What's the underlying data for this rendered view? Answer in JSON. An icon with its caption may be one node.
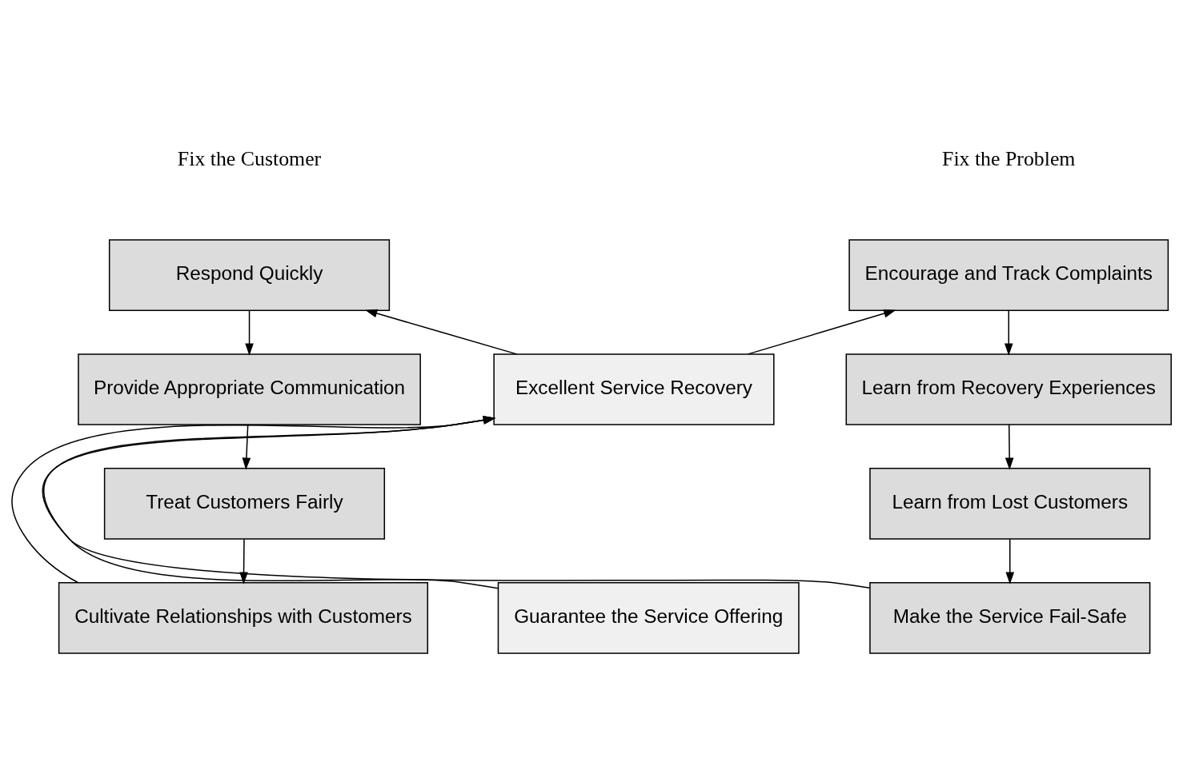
{
  "diagram": {
    "nodes": [
      {
        "text": [
          "Respond Quickly"
        ]
      },
      {
        "text": [
          "Provide Appropriate Communication"
        ]
      },
      {
        "text": [
          "Treat Customers Fairly"
        ]
      },
      {
        "text": [
          "Cultivate Relationships with Customers"
        ]
      },
      {
        "text": [
          "Excellent Service Recovery"
        ]
      },
      {
        "text": [
          "Encourage and Track Complaints"
        ]
      },
      {
        "text": [
          "Learn from Recovery Experiences"
        ]
      },
      {
        "text": [
          "Learn from Lost Customers"
        ]
      },
      {
        "text": [
          "Make the Service Fail-Safe"
        ]
      },
      {
        "text": [
          "Guarantee the Service Offering"
        ]
      }
    ],
    "edges": [
      {
        "from": 0,
        "to": 1,
        "arrow": "to"
      },
      {
        "from": 1,
        "to": 2,
        "arrow": "to"
      },
      {
        "from": 2,
        "to": 3,
        "arrow": "to"
      },
      {
        "from": 3,
        "to": 4,
        "arrow": "to"
      },
      {
        "from": 4,
        "to": 0,
        "arrow": "to"
      },
      {
        "from": 4,
        "to": 5,
        "arrow": "to"
      },
      {
        "from": 5,
        "to": 6,
        "arrow": "to"
      },
      {
        "from": 6,
        "to": 7,
        "arrow": "to"
      },
      {
        "from": 7,
        "to": 8,
        "arrow": "to"
      },
      {
        "from": 8,
        "to": 4,
        "arrow": "to"
      },
      {
        "from": 9,
        "to": 4,
        "arrow": "to"
      }
    ],
    "labels": [
      "Fix the Customer",
      "Fix the Problem"
    ]
  }
}
